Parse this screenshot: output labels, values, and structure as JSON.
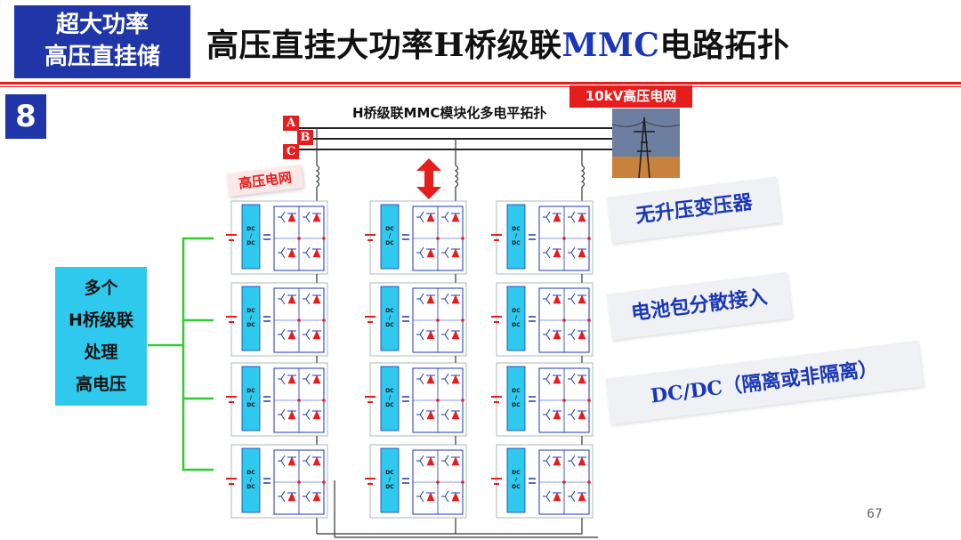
{
  "header": {
    "tag_line1": "超大功率",
    "tag_line2": "高压直挂储",
    "title_part1": "高压直挂大功率",
    "title_part2": "H",
    "title_part3": "桥级联",
    "title_part4": "MMC",
    "title_part5": "电路拓扑",
    "slide_number": "8"
  },
  "diagram": {
    "title": "H桥级联MMC模块化多电平拓扑",
    "grid_label": "10kV高压电网",
    "phases": [
      "A",
      "B",
      "C"
    ],
    "grid_tag": "高压电网",
    "module_label_top": "DC",
    "module_label_mid": "/",
    "module_label_bottom": "DC"
  },
  "left_box": {
    "line1": "多个",
    "line2": "H桥级联",
    "line3": "处理",
    "line4": "高电压"
  },
  "callouts": {
    "c1": "无升压变压器",
    "c2": "电池包分散接入",
    "c3_latin": "DC/DC",
    "c3_rest": "（隔离或非隔离）"
  },
  "footer": {
    "page": "67"
  },
  "colors": {
    "brand_blue": "#1f35a8",
    "accent_red": "#e51d1d",
    "cyan": "#30c9ee",
    "circuit_blue": "#1a37b8"
  }
}
